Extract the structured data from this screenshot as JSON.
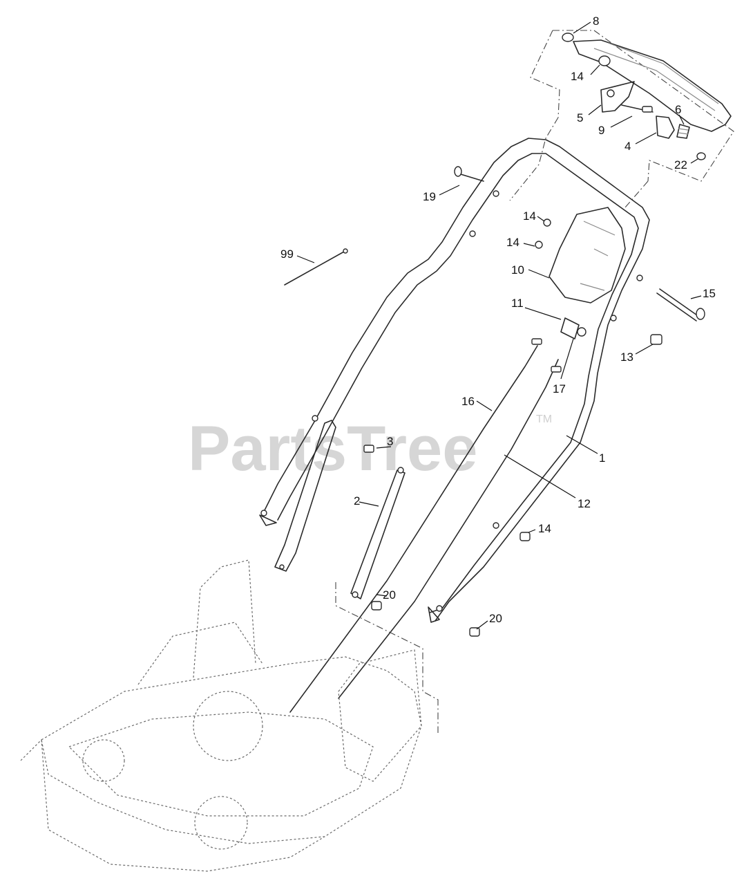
{
  "watermark": {
    "text": "PartsTree",
    "trademark": "TM"
  },
  "callouts": [
    {
      "label": "8"
    },
    {
      "label": "14"
    },
    {
      "label": "5"
    },
    {
      "label": "9"
    },
    {
      "label": "6"
    },
    {
      "label": "4"
    },
    {
      "label": "22"
    },
    {
      "label": "19"
    },
    {
      "label": "14"
    },
    {
      "label": "99"
    },
    {
      "label": "14"
    },
    {
      "label": "10"
    },
    {
      "label": "15"
    },
    {
      "label": "11"
    },
    {
      "label": "13"
    },
    {
      "label": "17"
    },
    {
      "label": "16"
    },
    {
      "label": "3"
    },
    {
      "label": "1"
    },
    {
      "label": "12"
    },
    {
      "label": "2"
    },
    {
      "label": "14"
    },
    {
      "label": "20"
    },
    {
      "label": "20"
    }
  ]
}
